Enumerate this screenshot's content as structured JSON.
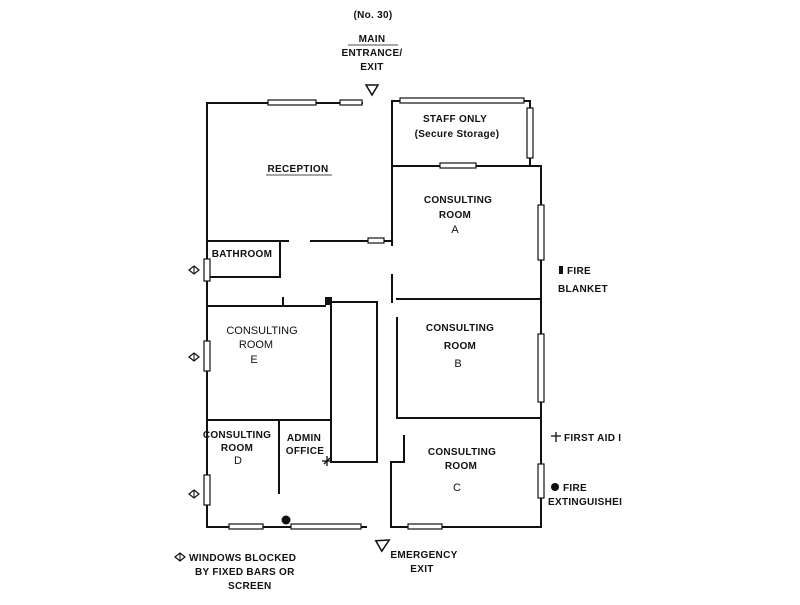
{
  "plan_number": "(No. 30)",
  "entrance": {
    "line1": "MAIN",
    "line2": "ENTRANCE/",
    "line3": "EXIT"
  },
  "rooms": {
    "staff": {
      "line1": "STAFF  ONLY",
      "line2": "(Secure Storage)"
    },
    "reception": "RECEPTION",
    "consulting_a": {
      "line1": "CONSULTING",
      "line2": "ROOM",
      "letter": "A"
    },
    "consulting_b": {
      "line1": "CONSULTING",
      "line2": "ROOM",
      "letter": "B"
    },
    "consulting_c": {
      "line1": "CONSULTING",
      "line2": "ROOM",
      "letter": "C"
    },
    "consulting_d": {
      "line1": "CONSULTING",
      "line2": "ROOM",
      "letter": "D"
    },
    "consulting_e": {
      "line1": "CONSULTING",
      "line2": "ROOM",
      "letter": "E"
    },
    "bathroom": "BATHROOM",
    "admin": {
      "line1": "ADMIN",
      "line2": "OFFICE"
    }
  },
  "legend": {
    "fire_blanket": {
      "line1": "FIRE",
      "line2": "BLANKET"
    },
    "first_aid": "FIRST AID I",
    "fire_extinguisher": {
      "line1": "FIRE",
      "line2": "EXTINGUISHEI"
    },
    "windows": {
      "line1": "WINDOWS BLOCKED",
      "line2": "BY FIXED BARS OR",
      "line3": "SCREEN"
    }
  },
  "emergency_exit": {
    "line1": "EMERGENCY",
    "line2": "EXIT"
  }
}
